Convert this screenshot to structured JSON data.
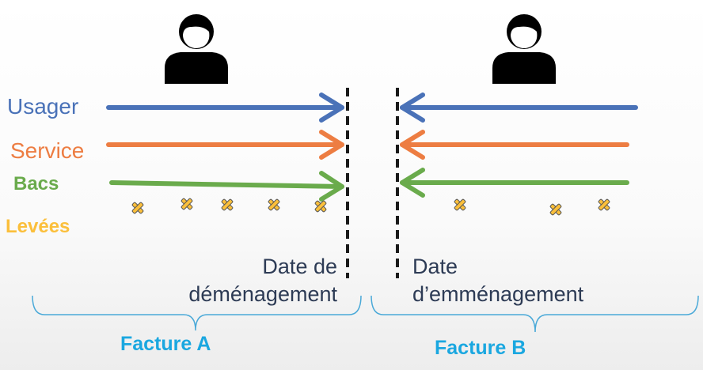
{
  "rows": {
    "usager": {
      "label": "Usager",
      "color": "#4a72b8"
    },
    "service": {
      "label": "Service",
      "color": "#ed7d42"
    },
    "bacs": {
      "label": "Bacs",
      "color": "#6aab4c"
    },
    "levees": {
      "label": "Levées",
      "color": "#fbbf3b"
    }
  },
  "dates": {
    "left": {
      "line1": "Date de",
      "line2": "déménagement"
    },
    "right": {
      "line1": "Date",
      "line2": "d’emménagement"
    }
  },
  "invoices": {
    "a": "Facture A",
    "b": "Facture B",
    "color": "#1aa7e0"
  },
  "colors": {
    "person": "#000000",
    "divider": "#1a1a1a",
    "brace": "#4aa9d8",
    "date_text": "#2d3b55",
    "marker_outline": "#555555"
  },
  "icons": {
    "person": "person-silhouette-icon",
    "levee_marker": "cross-marker-icon"
  }
}
